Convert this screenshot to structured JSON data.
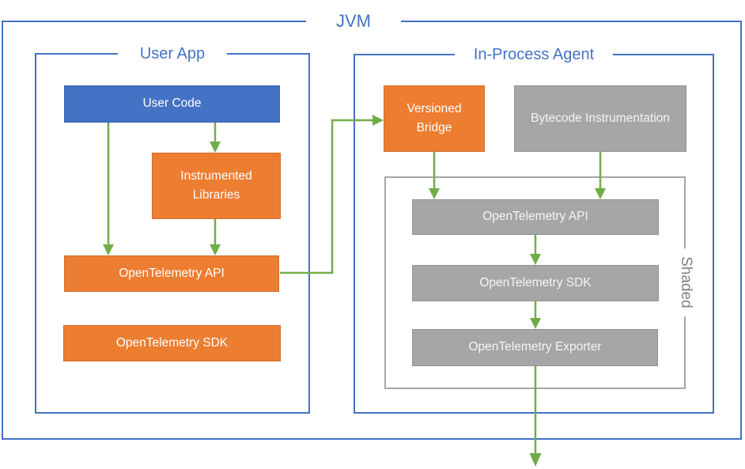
{
  "diagram": {
    "title": "JVM",
    "colors": {
      "accent_blue": "#4472C4",
      "box_blue": "#4472C4",
      "box_orange": "#ED7D31",
      "box_gray": "#A6A6A6",
      "arrow_green": "#70AD47",
      "shaded_border_gray": "#A6A6A6",
      "label_gray": "#808080",
      "box_text": "#FFFFFF"
    },
    "user_app": {
      "title": "User App",
      "boxes": {
        "user_code": "User Code",
        "instrumented_libraries": "Instrumented Libraries",
        "otel_api": "OpenTelemetry API",
        "otel_sdk": "OpenTelemetry SDK"
      }
    },
    "in_process_agent": {
      "title": "In-Process Agent",
      "boxes": {
        "versioned_bridge": "Versioned Bridge",
        "bytecode_instrumentation": "Bytecode Instrumentation"
      },
      "shaded": {
        "label": "Shaded",
        "boxes": {
          "otel_api": "OpenTelemetry API",
          "otel_sdk": "OpenTelemetry SDK",
          "otel_exporter": "OpenTelemetry Exporter"
        }
      }
    }
  }
}
